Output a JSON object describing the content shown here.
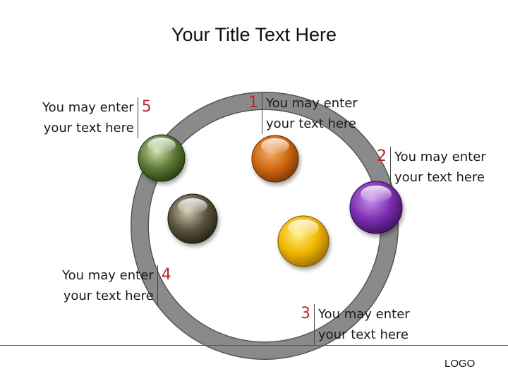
{
  "title": "Your Title Text Here",
  "items": [
    {
      "number": "1",
      "line1": "You may enter",
      "line2": "your text here",
      "color": "#d0680e"
    },
    {
      "number": "2",
      "line1": "You may enter",
      "line2": "your text here",
      "color": "#7e2fb2"
    },
    {
      "number": "3",
      "line1": "You may enter",
      "line2": "your text here",
      "color": "#f2b600"
    },
    {
      "number": "4",
      "line1": "You may enter",
      "line2": "your text here",
      "color": "#5a5440"
    },
    {
      "number": "5",
      "line1": "You may enter",
      "line2": "your text here",
      "color": "#5d7a3a"
    }
  ],
  "ring_color": "#8a8a8a",
  "logo": "LOGO"
}
